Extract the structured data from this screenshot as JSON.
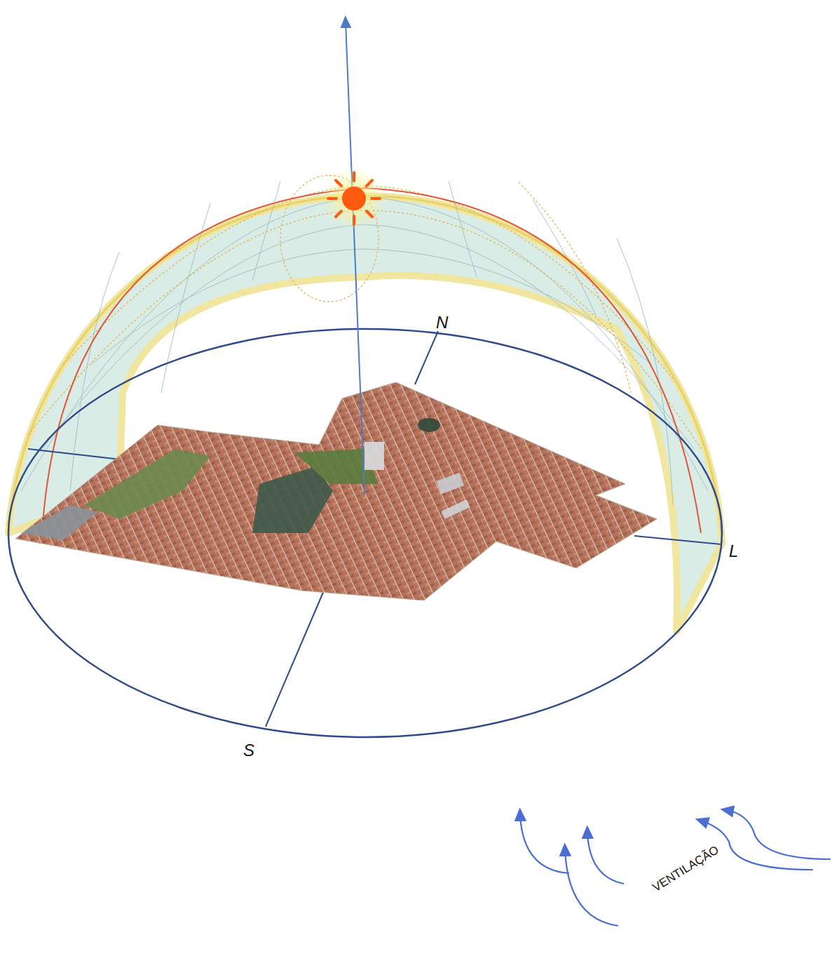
{
  "diagram": {
    "labels": [
      "N",
      "L",
      "S",
      "VENTILAÇÃO"
    ]
  }
}
